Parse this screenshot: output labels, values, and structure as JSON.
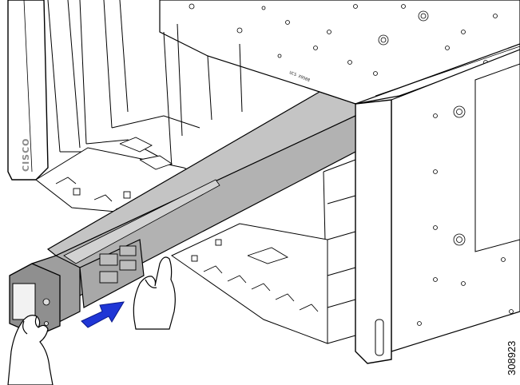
{
  "figure": {
    "brand_label": "CISCO",
    "figure_number": "308923",
    "panel_label": "UCS X9508",
    "colors": {
      "module_gray": "#b2b2b2",
      "arrow_blue": "#1f36d6",
      "outline": "#000000",
      "background": "#ffffff"
    },
    "icons": [
      "insert-direction-arrow-icon",
      "left-hand-icon",
      "right-hand-icon"
    ]
  }
}
